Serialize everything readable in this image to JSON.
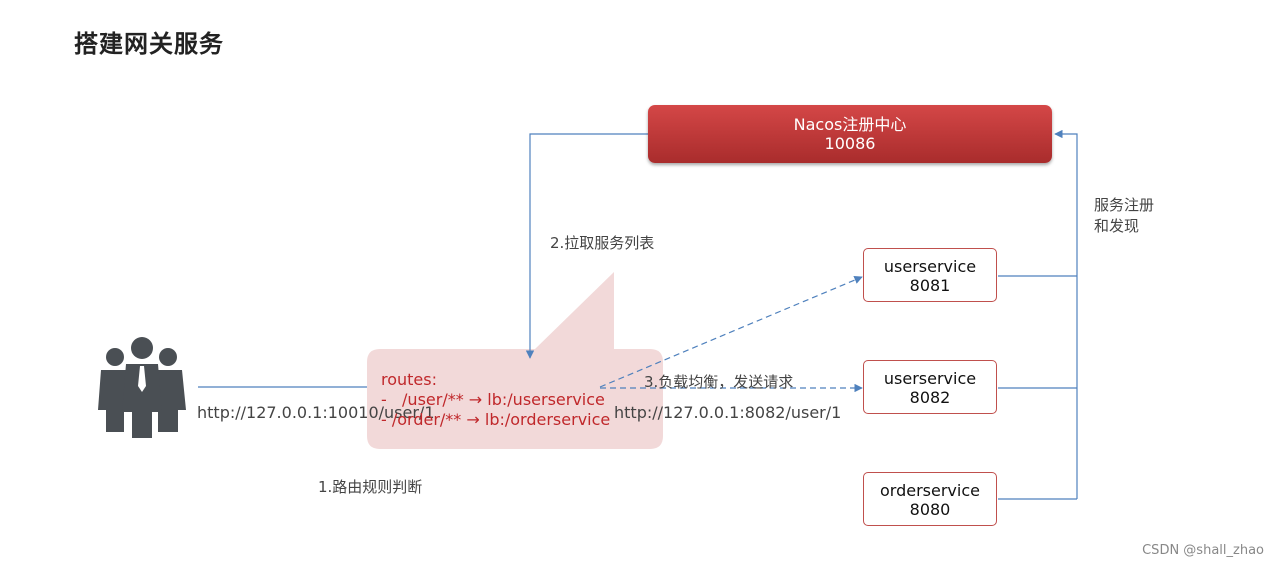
{
  "title": "搭建网关服务",
  "registry": {
    "name": "Nacos注册中心",
    "port": "10086"
  },
  "services": [
    {
      "name": "userservice",
      "port": "8081"
    },
    {
      "name": "userservice",
      "port": "8082"
    },
    {
      "name": "orderservice",
      "port": "8080"
    }
  ],
  "labels": {
    "pull_list": "2.拉取服务列表",
    "register": "服务注册\n和发现",
    "route_judge": "1.路由规则判断",
    "load_balance": "3.负载均衡，发送请求",
    "client_url": "http://127.0.0.1:10010/user/1",
    "target_url": "http://127.0.0.1:8082/user/1"
  },
  "routes": {
    "header": "routes:",
    "rules": [
      "-   /user/** → lb:/userservice",
      "- /order/** → lb:/orderservice"
    ]
  },
  "colors": {
    "registry": "#c0393b",
    "service_border": "#c0504d",
    "route_text": "#c0282b",
    "bubble": "#f2d9d9",
    "connector": "#4f81bd"
  },
  "icons": {
    "client": "group-of-people-icon"
  },
  "watermark": "CSDN @shall_zhao"
}
